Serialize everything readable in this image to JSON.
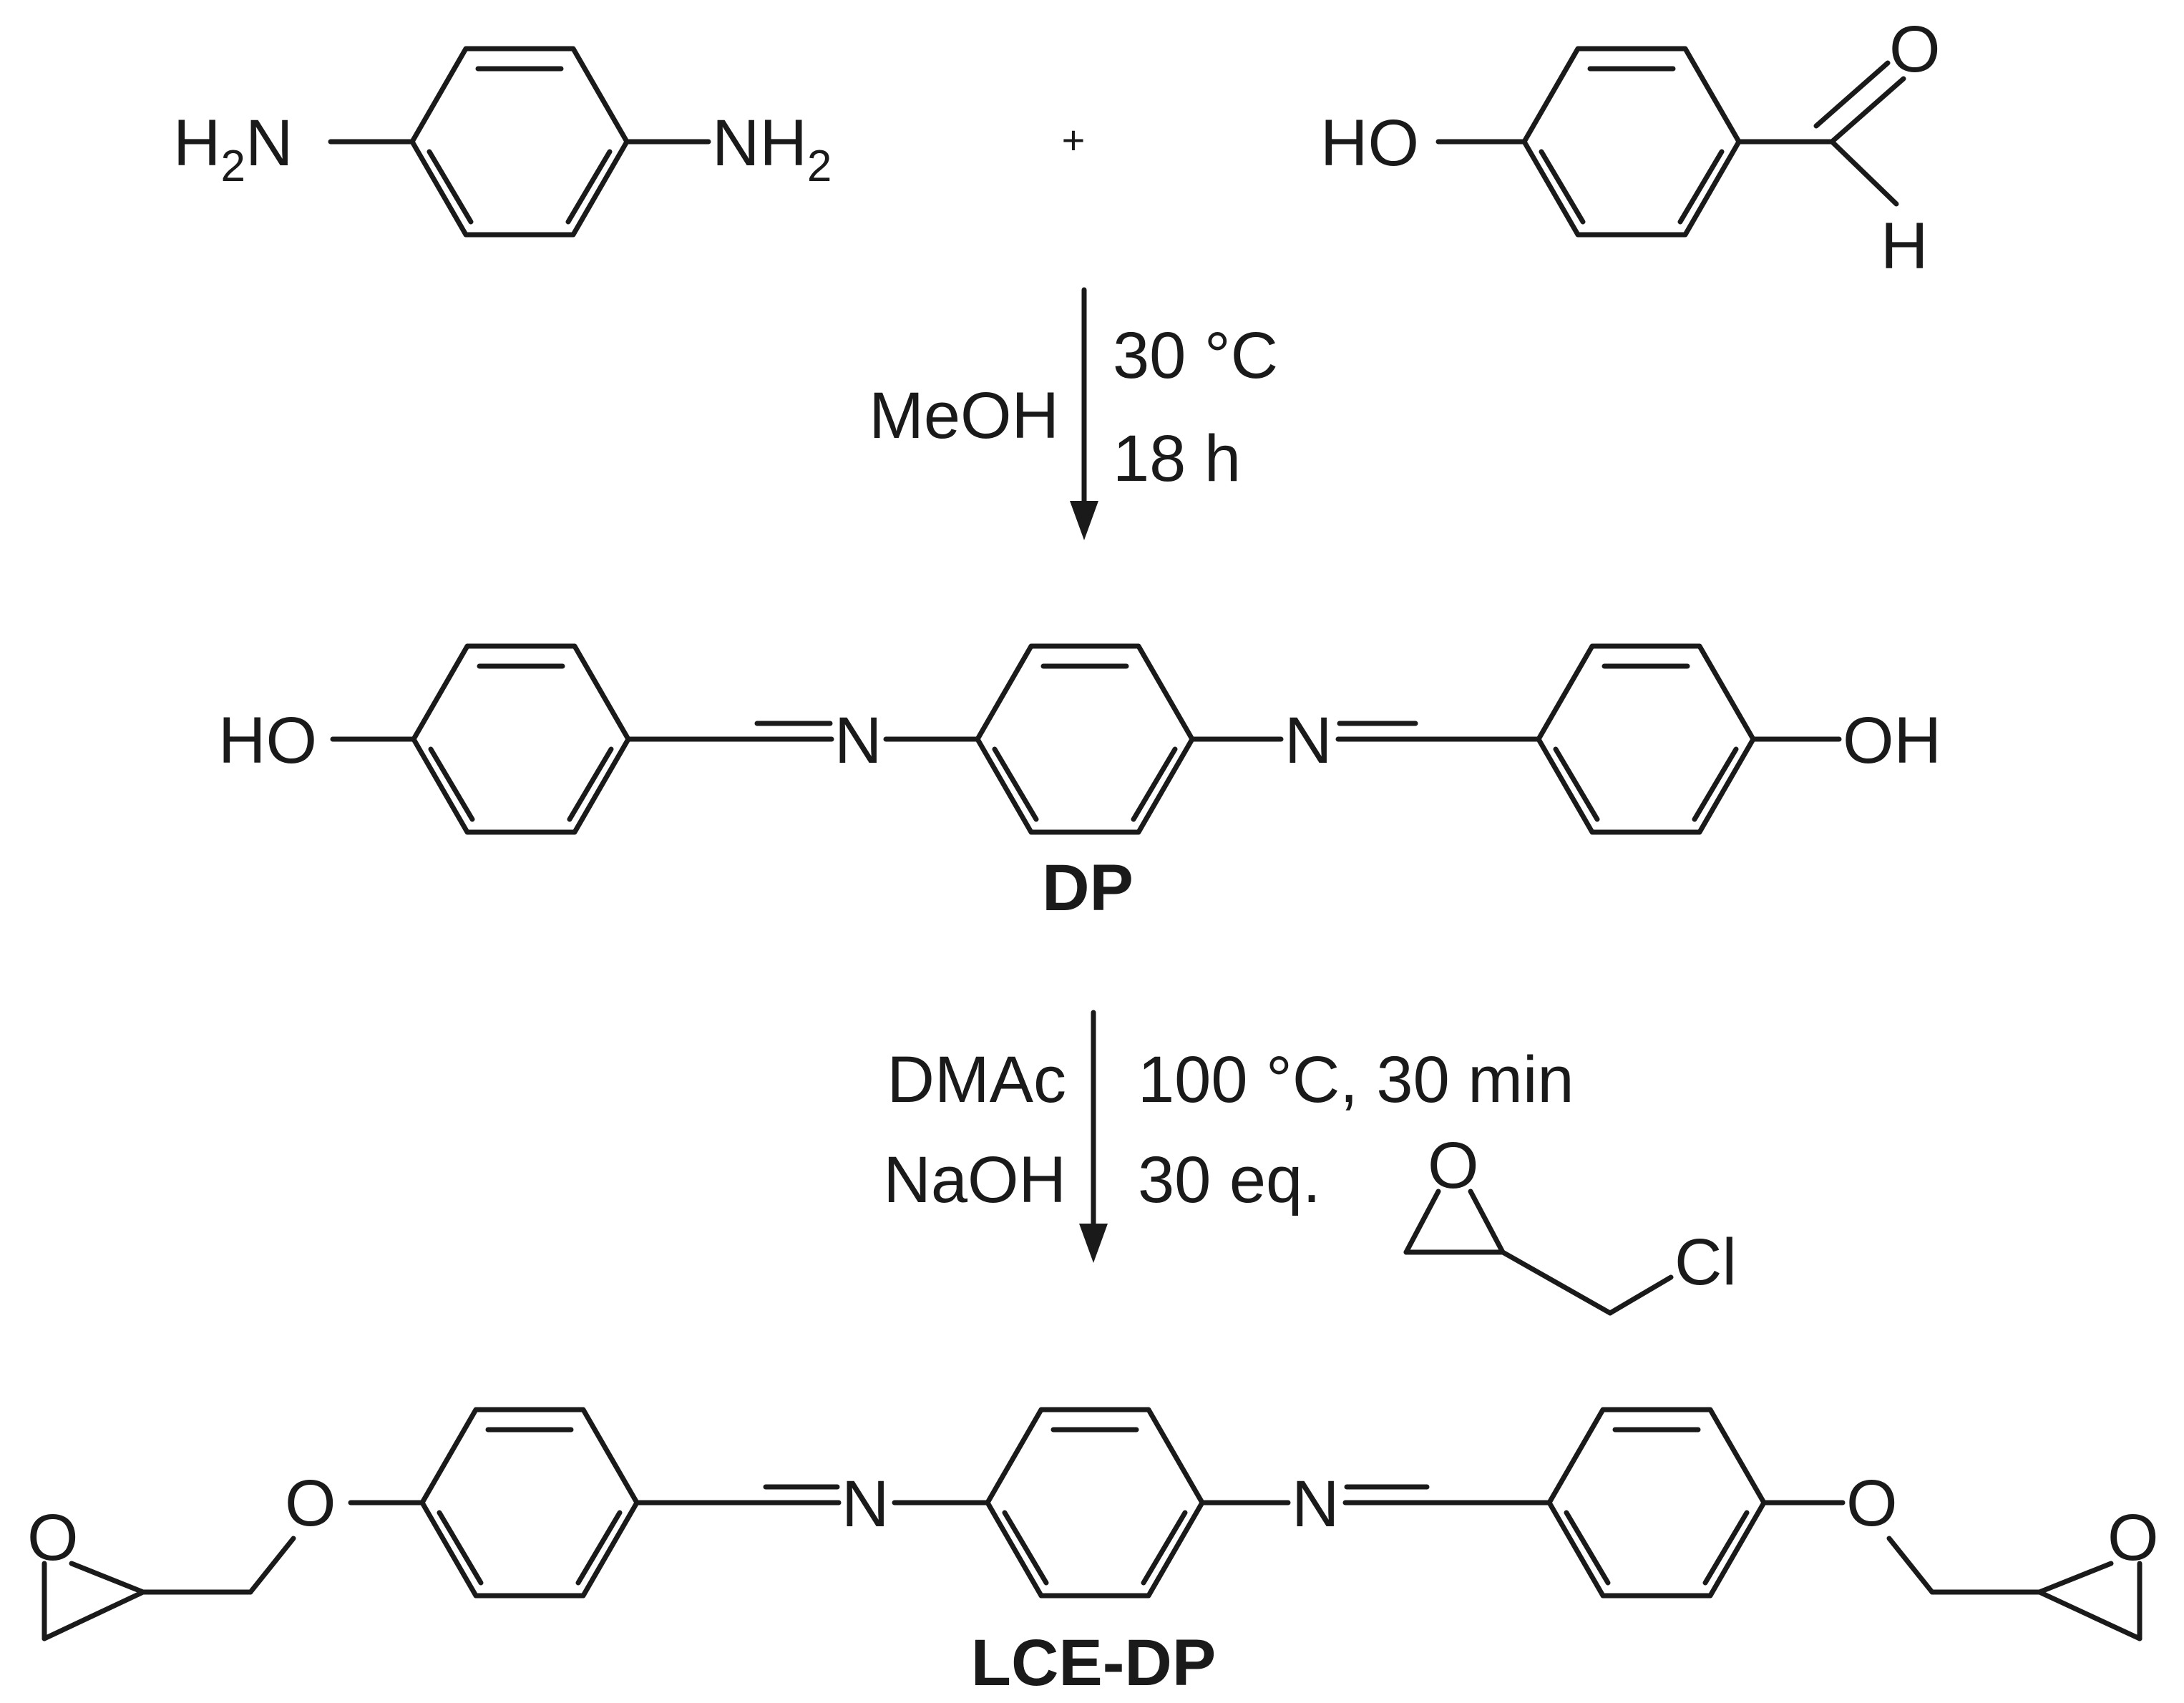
{
  "reactants": {
    "diamine": {
      "left_amine": "H2N",
      "right_amine": "NH2"
    },
    "plus": "+",
    "aldehyde": {
      "hydroxyl": "HO",
      "carbonyl_o": "O",
      "aldehyde_h": "H"
    }
  },
  "step1": {
    "solvent": "MeOH",
    "temperature": "30 °C",
    "time": "18 h"
  },
  "intermediate": {
    "name": "DP",
    "left_oh": "HO",
    "right_oh": "OH",
    "imine_n": "N"
  },
  "step2": {
    "solvent": "DMAc",
    "base": "NaOH",
    "conditions": "100 °C, 30 min",
    "equivalents": "30 eq.",
    "epichlorohydrin": {
      "epoxide_o": "O",
      "chloride": "Cl"
    }
  },
  "product": {
    "name": "LCE-DP",
    "ether_o": "O",
    "epoxide_o": "O",
    "imine_n": "N"
  }
}
